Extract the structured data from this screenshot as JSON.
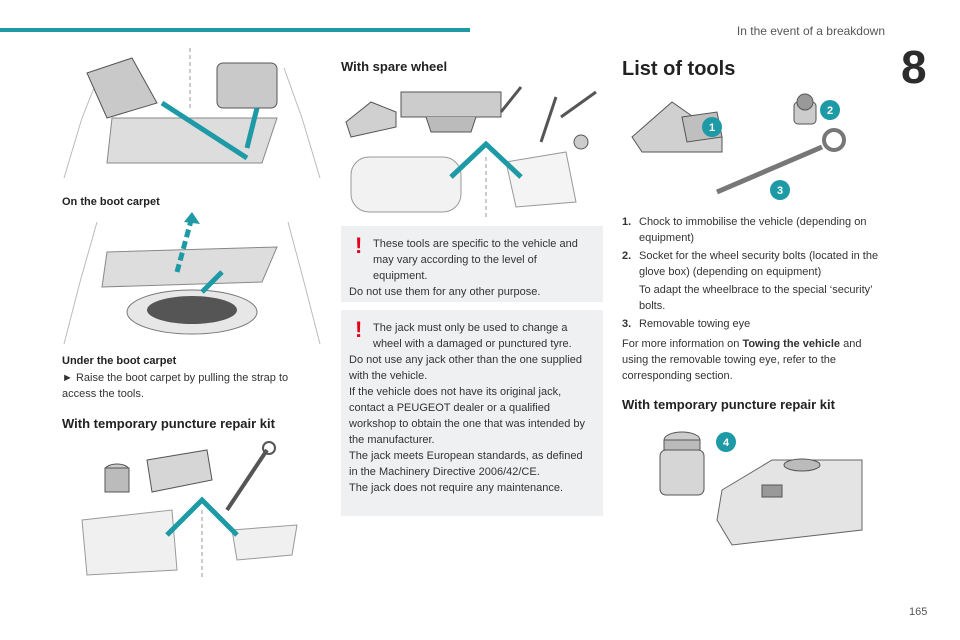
{
  "header": {
    "section_title": "In the event of a breakdown",
    "chapter_number": "8",
    "page_number": "165"
  },
  "left": {
    "caption1": "On the boot carpet",
    "caption2": "Under the boot carpet",
    "instruction": "► Raise the boot carpet by pulling the strap to access the tools.",
    "heading_repair_kit": "With temporary puncture repair kit"
  },
  "middle": {
    "heading_spare_wheel": "With spare wheel",
    "warning1": {
      "line1": "These tools are specific to the vehicle and may vary according to the level of equipment.",
      "line2": "Do not use them for any other purpose."
    },
    "warning2": {
      "line1": "The jack must only be used to change a wheel with a damaged or punctured tyre.",
      "line2": "Do not use any jack other than the one supplied with the vehicle.",
      "line3": "If the vehicle does not have its original jack, contact a PEUGEOT dealer or a qualified workshop to obtain the one that was intended by the manufacturer.",
      "line4": "The jack meets European standards, as defined in the Machinery Directive 2006/42/CE.",
      "line5": "The jack does not require any maintenance."
    },
    "warning_icon": "exclamation-icon"
  },
  "right": {
    "title": "List of tools",
    "badges": [
      "1",
      "2",
      "3",
      "4"
    ],
    "items": [
      {
        "num": "1.",
        "text": "Chock to immobilise the vehicle (depending on equipment)"
      },
      {
        "num": "2.",
        "text": "Socket for the wheel security bolts (located in the glove box) (depending on equipment)"
      },
      {
        "num": "",
        "text": "To adapt the wheelbrace to the special ‘security’ bolts."
      },
      {
        "num": "3.",
        "text": "Removable towing eye"
      }
    ],
    "more_info_pre": "For more information on ",
    "more_info_bold": "Towing the vehicle",
    "more_info_post": " and using the removable towing eye, refer to the corresponding section.",
    "heading_repair_kit": "With temporary puncture repair kit"
  },
  "colors": {
    "accent": "#1e9aa6",
    "warning": "#e2001a",
    "box_bg": "#eef0f1"
  }
}
